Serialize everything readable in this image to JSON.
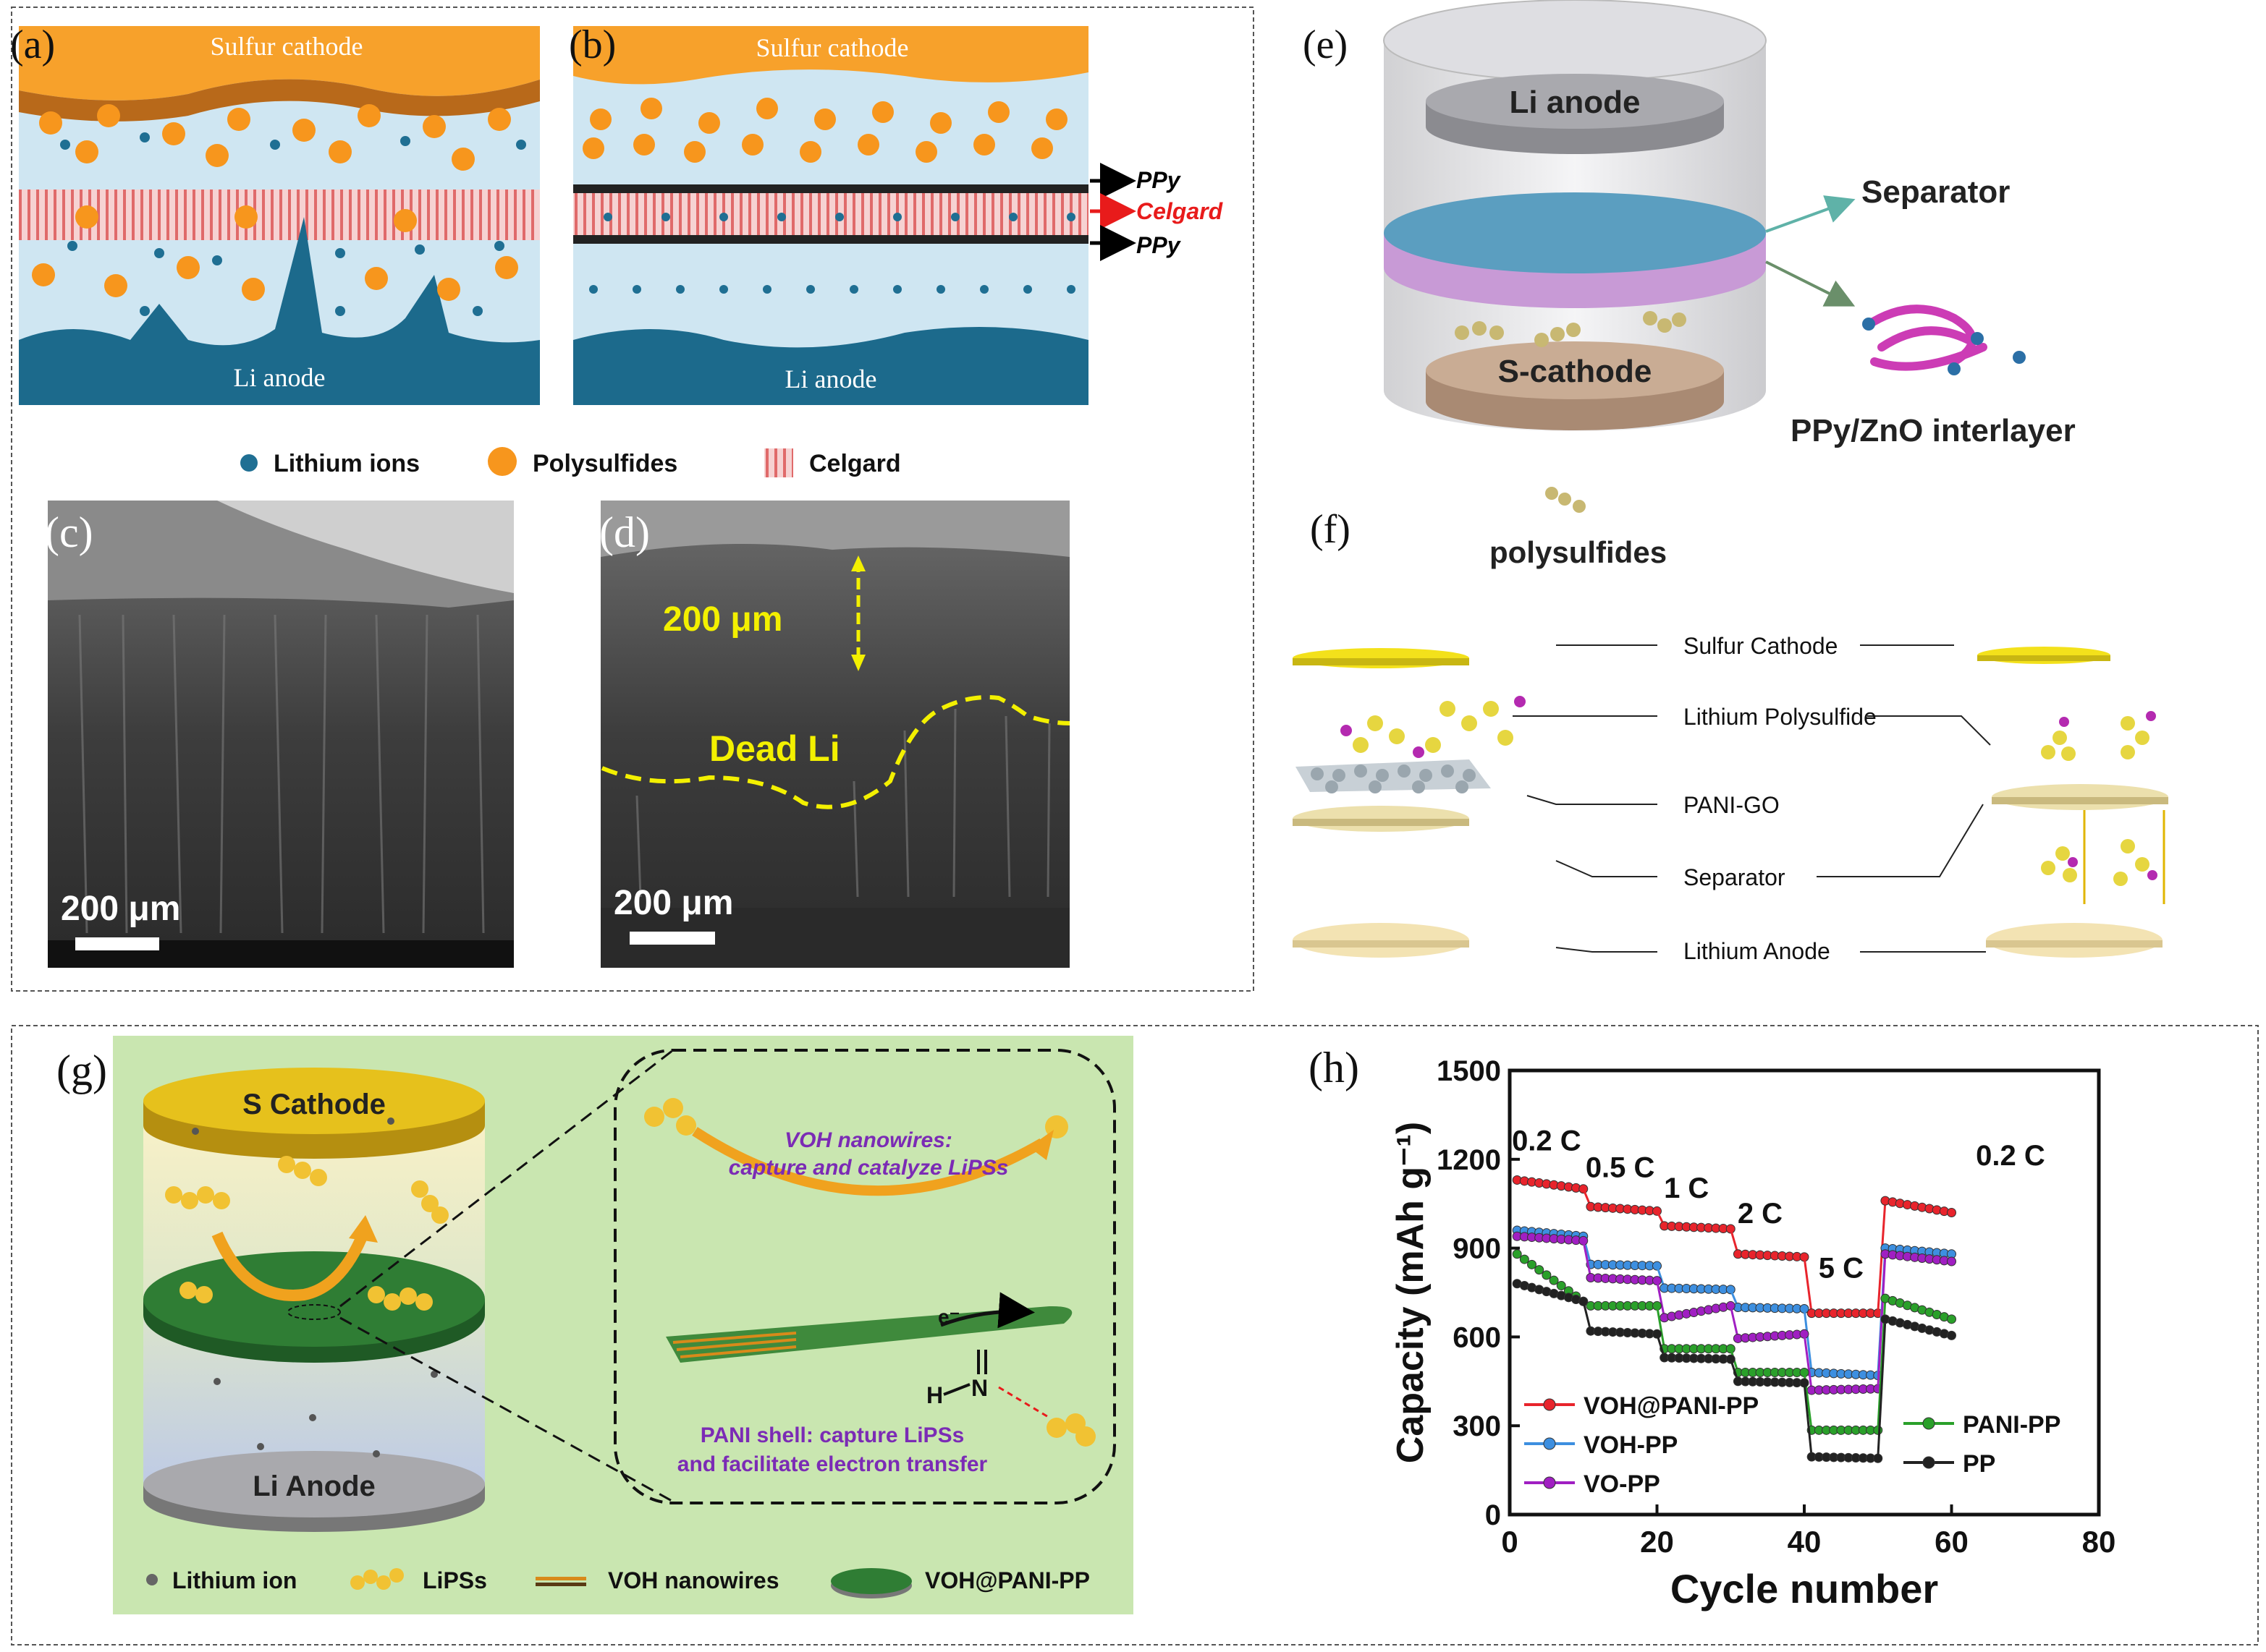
{
  "panels": {
    "a": {
      "tag": "(a)",
      "cathode": "Sulfur cathode",
      "anode": "Li anode"
    },
    "b": {
      "tag": "(b)",
      "cathode": "Sulfur cathode",
      "anode": "Li anode",
      "label_ppy_top": "PPy",
      "label_celgard": "Celgard",
      "label_ppy_bottom": "PPy"
    },
    "legend_ab": {
      "lithium": "Lithium ions",
      "polysulfides": "Polysulfides",
      "celgard": "Celgard"
    },
    "c": {
      "tag": "(c)",
      "scale": "200 μm"
    },
    "d": {
      "tag": "(d)",
      "scale": "200 μm",
      "thickness": "200 μm",
      "dead": "Dead Li"
    },
    "e": {
      "tag": "(e)",
      "anode": "Li anode",
      "cathode": "S-cathode",
      "separator": "Separator",
      "interlayer": "PPy/ZnO interlayer",
      "polysulfides": "polysulfides"
    },
    "f": {
      "tag": "(f)",
      "l1": "Sulfur Cathode",
      "l2": "Lithium Polysulfide",
      "l3": "PANI-GO",
      "l4": "Separator",
      "l5": "Lithium Anode"
    },
    "g": {
      "tag": "(g)",
      "cathode": "S Cathode",
      "anode": "Li Anode",
      "voh_line1": "VOH nanowires:",
      "voh_line2": "capture and catalyze LiPSs",
      "electron": "e⁻",
      "h_atom": "H",
      "n_atom": "N",
      "pani_line1": "PANI shell: capture LiPSs",
      "pani_line2": "and  facilitate electron transfer",
      "legend_ion": "Lithium ion",
      "legend_lipss": "LiPSs",
      "legend_voh": "VOH nanowires",
      "legend_pp": "VOH@PANI-PP"
    },
    "h": {
      "tag": "(h)"
    }
  },
  "chart_data": {
    "type": "scatter",
    "xlabel": "Cycle number",
    "ylabel": "Capacity (mAh g⁻¹)",
    "xlim": [
      0,
      80
    ],
    "ylim": [
      0,
      1500
    ],
    "xticks": [
      0,
      20,
      40,
      60,
      80
    ],
    "yticks": [
      0,
      300,
      600,
      900,
      1200,
      1500
    ],
    "rate_labels": [
      "0.2 C",
      "0.5 C",
      "1 C",
      "2 C",
      "5 C",
      "0.2 C"
    ],
    "series": [
      {
        "name": "VOH@PANI-PP",
        "color": "#e8242c",
        "segments": [
          [
            1,
            1130,
            1100
          ],
          [
            11,
            1040,
            1025
          ],
          [
            21,
            975,
            965
          ],
          [
            31,
            880,
            870
          ],
          [
            41,
            680,
            680
          ],
          [
            51,
            1060,
            1020
          ]
        ]
      },
      {
        "name": "VOH-PP",
        "color": "#3d8fe0",
        "segments": [
          [
            1,
            960,
            940
          ],
          [
            11,
            845,
            840
          ],
          [
            21,
            765,
            760
          ],
          [
            31,
            700,
            695
          ],
          [
            41,
            480,
            470
          ],
          [
            51,
            900,
            880
          ]
        ]
      },
      {
        "name": "VO-PP",
        "color": "#a01fc2",
        "segments": [
          [
            1,
            940,
            925
          ],
          [
            11,
            800,
            790
          ],
          [
            21,
            665,
            705
          ],
          [
            31,
            595,
            610
          ],
          [
            41,
            420,
            425
          ],
          [
            51,
            880,
            855
          ]
        ]
      },
      {
        "name": "PANI-PP",
        "color": "#2aa02a",
        "segments": [
          [
            1,
            880,
            720
          ],
          [
            11,
            705,
            705
          ],
          [
            21,
            560,
            560
          ],
          [
            31,
            480,
            480
          ],
          [
            41,
            285,
            285
          ],
          [
            51,
            730,
            660
          ]
        ]
      },
      {
        "name": "PP",
        "color": "#222222",
        "segments": [
          [
            1,
            780,
            720
          ],
          [
            11,
            620,
            610
          ],
          [
            21,
            530,
            525
          ],
          [
            31,
            450,
            445
          ],
          [
            41,
            195,
            190
          ],
          [
            51,
            660,
            605
          ]
        ]
      }
    ]
  }
}
